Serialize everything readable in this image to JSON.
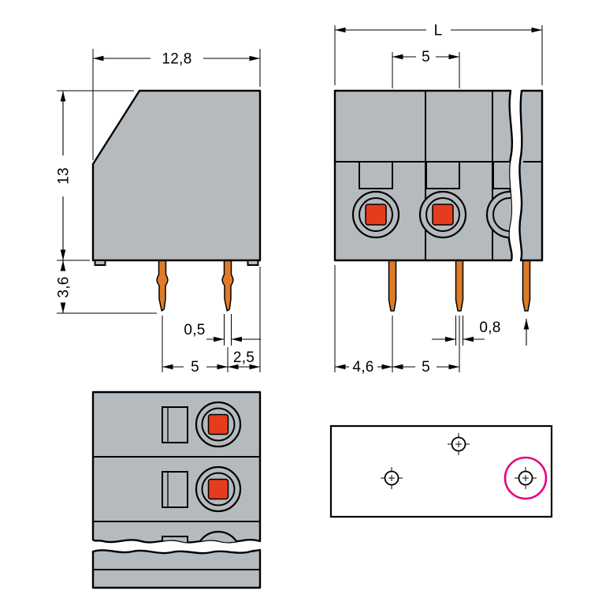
{
  "colors": {
    "housing_gray": "#b5babe",
    "pin_copper": "#dd7b28",
    "pusher_red": "#e63c1e",
    "highlight_magenta": "#e6007e",
    "line_black": "#000000"
  },
  "side_view": {
    "dim_width": "12,8",
    "dim_height": "13",
    "dim_pin_length": "3,6",
    "dim_pin_thickness": "0,5",
    "dim_pin_pitch": "5",
    "dim_edge_offset": "2,5"
  },
  "front_view": {
    "dim_total_length": "L",
    "dim_pitch_top": "5",
    "dim_first_pin_offset": "4,6",
    "dim_pitch_bottom": "5",
    "dim_pin_width": "0,8"
  }
}
